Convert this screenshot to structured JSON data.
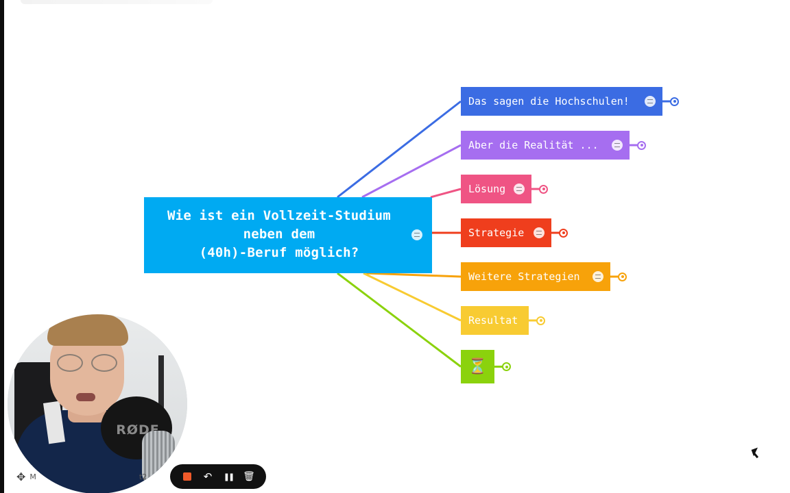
{
  "mindmap": {
    "central": {
      "lines": [
        "Wie ist ein Vollzeit-Studium",
        "neben dem",
        "(40h)-Beruf möglich?"
      ],
      "color": "#00aaf2"
    },
    "branches": [
      {
        "label": "Das sagen die Hochschulen!",
        "color": "#3b6ce3",
        "has_note": true
      },
      {
        "label": "Aber die Realität ...",
        "color": "#a66ef0",
        "has_note": true
      },
      {
        "label": "Lösung",
        "color": "#ef5484",
        "has_note": true
      },
      {
        "label": "Strategie",
        "color": "#ef3e1d",
        "has_note": true
      },
      {
        "label": "Weitere Strategien",
        "color": "#f7a20a",
        "has_note": true
      },
      {
        "label": "Resultat",
        "color": "#f8cb32",
        "has_note": false
      },
      {
        "label": "",
        "icon": "hourglass-icon",
        "glyph": "⏳",
        "color": "#8bd20d",
        "has_note": false
      }
    ]
  },
  "webcam": {
    "mic_brand": "RØDE"
  },
  "bottom_bar": {
    "left_label": "M",
    "left_suffix": "t2",
    "move_glyph": "✥"
  },
  "recorder": {
    "stop_color": "#f05a2a",
    "undo_glyph": "↶",
    "pause_glyph": "❚❚",
    "trash_glyph": "🗑"
  }
}
